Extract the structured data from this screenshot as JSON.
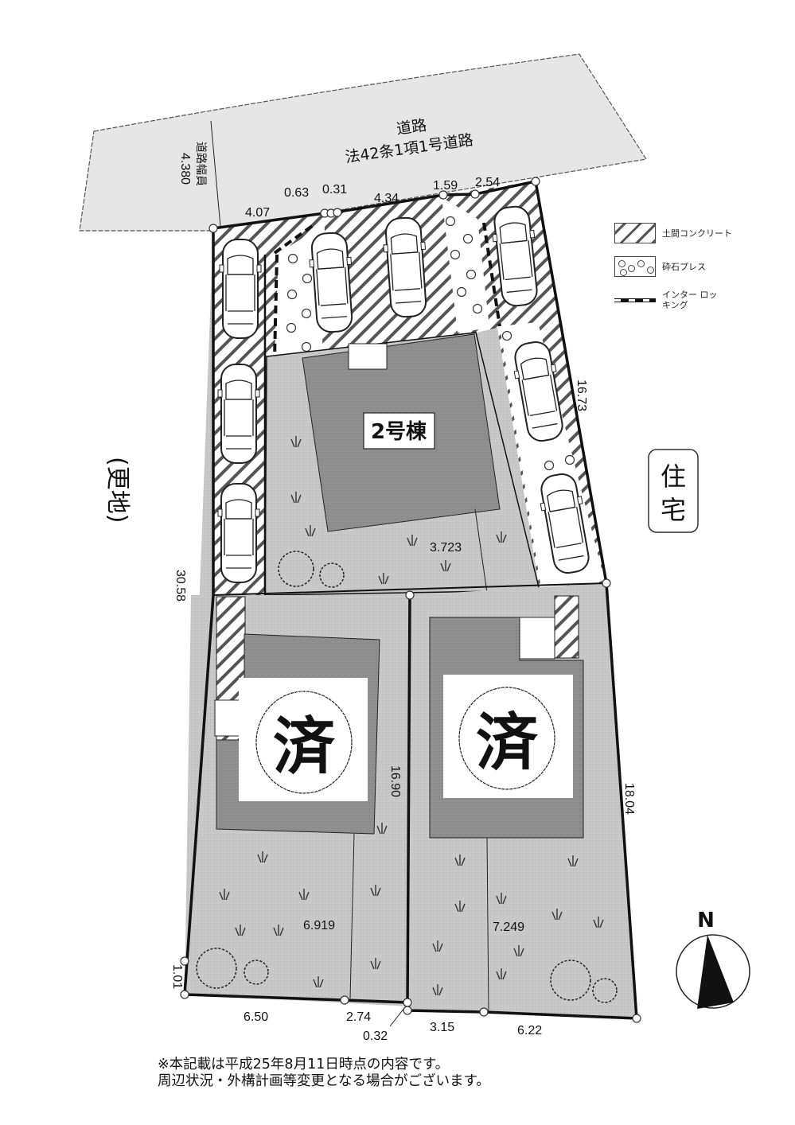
{
  "road": {
    "title": "道路",
    "subtitle": "法42条1項1号道路",
    "width_label": "道路幅員",
    "width_value": "4.380"
  },
  "neighbors": {
    "west": "(更地)",
    "east": "住宅"
  },
  "legend": {
    "items": [
      {
        "icon": "hatched-concrete-swatch",
        "label": "土間コンクリート"
      },
      {
        "icon": "gravel-swatch",
        "label": "砕石プレス"
      },
      {
        "icon": "interlocking-swatch",
        "label": "インター ロッキング"
      }
    ]
  },
  "lots": {
    "lot2": {
      "label": "2号棟"
    },
    "lot_sw": {
      "status": "済"
    },
    "lot_se": {
      "status": "済"
    }
  },
  "dimensions": {
    "top": [
      "4.07",
      "0.63",
      "0.31",
      "4.34",
      "1.59",
      "2.54"
    ],
    "west": "30.58",
    "east_upper": "16.73",
    "east_lower": "18.04",
    "middle": "16.90",
    "lot2_depth": "3.723",
    "lot_sw_inner": "6.919",
    "lot_se_inner": "7.249",
    "bottom_left_corner": "1.01",
    "bottom": [
      "6.50",
      "2.74",
      "0.32",
      "3.15",
      "6.22"
    ]
  },
  "compass": {
    "label": "N"
  },
  "notes": [
    "※本記載は平成25年8月11日時点の内容です。",
    "周辺状況・外構計画等変更となる場合がございます。"
  ],
  "colors": {
    "yard": "#c9c9c9",
    "building": "#8e8e8e",
    "road": "#e6e6e6",
    "line": "#111111"
  }
}
